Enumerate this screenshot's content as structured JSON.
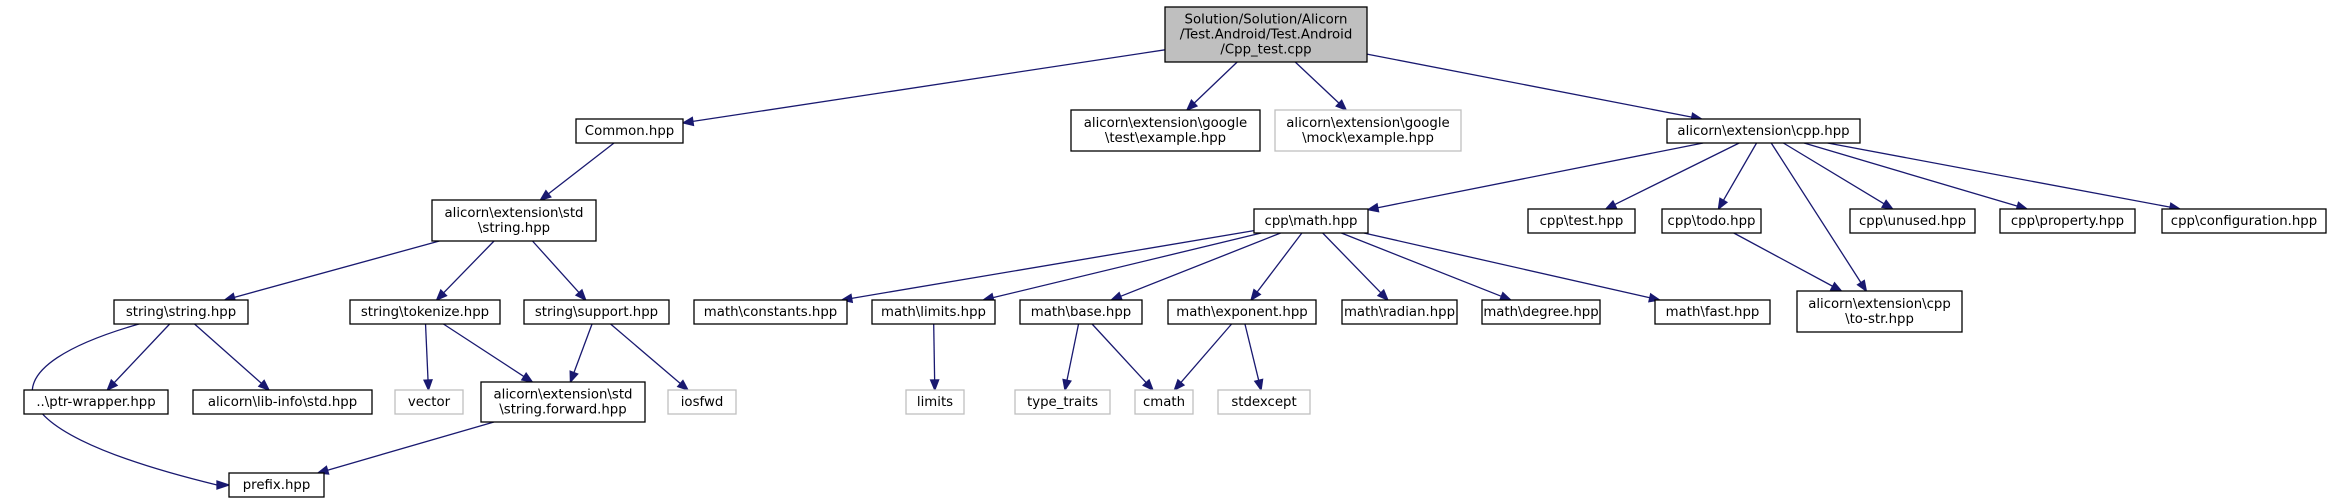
{
  "nodes": [
    {
      "id": "root",
      "lines": [
        "Solution/Solution/Alicorn",
        "/Test.Android/Test.Android",
        "/Cpp_test.cpp"
      ],
      "kind": "root"
    },
    {
      "id": "common",
      "lines": [
        "Common.hpp"
      ],
      "kind": "local"
    },
    {
      "id": "gtest",
      "lines": [
        "alicorn\\extension\\google",
        "\\test\\example.hpp"
      ],
      "kind": "local"
    },
    {
      "id": "gmock",
      "lines": [
        "alicorn\\extension\\google",
        "\\mock\\example.hpp"
      ],
      "kind": "ext"
    },
    {
      "id": "cpp",
      "lines": [
        "alicorn\\extension\\cpp.hpp"
      ],
      "kind": "local"
    },
    {
      "id": "stdstring",
      "lines": [
        "alicorn\\extension\\std",
        "\\string.hpp"
      ],
      "kind": "local"
    },
    {
      "id": "cppmath",
      "lines": [
        "cpp\\math.hpp"
      ],
      "kind": "local"
    },
    {
      "id": "cpptest",
      "lines": [
        "cpp\\test.hpp"
      ],
      "kind": "local"
    },
    {
      "id": "cpptodo",
      "lines": [
        "cpp\\todo.hpp"
      ],
      "kind": "local"
    },
    {
      "id": "cppunused",
      "lines": [
        "cpp\\unused.hpp"
      ],
      "kind": "local"
    },
    {
      "id": "cppproperty",
      "lines": [
        "cpp\\property.hpp"
      ],
      "kind": "local"
    },
    {
      "id": "cppconfig",
      "lines": [
        "cpp\\configuration.hpp"
      ],
      "kind": "local"
    },
    {
      "id": "strstring",
      "lines": [
        "string\\string.hpp"
      ],
      "kind": "local"
    },
    {
      "id": "strtokenize",
      "lines": [
        "string\\tokenize.hpp"
      ],
      "kind": "local"
    },
    {
      "id": "strsupport",
      "lines": [
        "string\\support.hpp"
      ],
      "kind": "local"
    },
    {
      "id": "mconst",
      "lines": [
        "math\\constants.hpp"
      ],
      "kind": "local"
    },
    {
      "id": "mlimits",
      "lines": [
        "math\\limits.hpp"
      ],
      "kind": "local"
    },
    {
      "id": "mbase",
      "lines": [
        "math\\base.hpp"
      ],
      "kind": "local"
    },
    {
      "id": "mexp",
      "lines": [
        "math\\exponent.hpp"
      ],
      "kind": "local"
    },
    {
      "id": "mradian",
      "lines": [
        "math\\radian.hpp"
      ],
      "kind": "local"
    },
    {
      "id": "mdegree",
      "lines": [
        "math\\degree.hpp"
      ],
      "kind": "local"
    },
    {
      "id": "mfast",
      "lines": [
        "math\\fast.hpp"
      ],
      "kind": "local"
    },
    {
      "id": "tostr",
      "lines": [
        "alicorn\\extension\\cpp",
        "\\to-str.hpp"
      ],
      "kind": "local"
    },
    {
      "id": "ptrwrap",
      "lines": [
        "..\\ptr-wrapper.hpp"
      ],
      "kind": "local"
    },
    {
      "id": "libinfo",
      "lines": [
        "alicorn\\lib-info\\std.hpp"
      ],
      "kind": "local"
    },
    {
      "id": "vector",
      "lines": [
        "vector"
      ],
      "kind": "ext"
    },
    {
      "id": "strfwd",
      "lines": [
        "alicorn\\extension\\std",
        "\\string.forward.hpp"
      ],
      "kind": "local"
    },
    {
      "id": "iosfwd",
      "lines": [
        "iosfwd"
      ],
      "kind": "ext"
    },
    {
      "id": "limits",
      "lines": [
        "limits"
      ],
      "kind": "ext"
    },
    {
      "id": "typetraits",
      "lines": [
        "type_traits"
      ],
      "kind": "ext"
    },
    {
      "id": "cmath",
      "lines": [
        "cmath"
      ],
      "kind": "ext"
    },
    {
      "id": "stdexcept",
      "lines": [
        "stdexcept"
      ],
      "kind": "ext"
    },
    {
      "id": "prefix",
      "lines": [
        "prefix.hpp"
      ],
      "kind": "local"
    }
  ],
  "edges": [
    [
      "root",
      "common"
    ],
    [
      "root",
      "gtest"
    ],
    [
      "root",
      "gmock"
    ],
    [
      "root",
      "cpp"
    ],
    [
      "common",
      "stdstring"
    ],
    [
      "stdstring",
      "strstring"
    ],
    [
      "stdstring",
      "strtokenize"
    ],
    [
      "stdstring",
      "strsupport"
    ],
    [
      "strstring",
      "ptrwrap"
    ],
    [
      "strstring",
      "libinfo"
    ],
    [
      "strstring",
      "prefix"
    ],
    [
      "strtokenize",
      "vector"
    ],
    [
      "strtokenize",
      "strfwd"
    ],
    [
      "strsupport",
      "strfwd"
    ],
    [
      "strsupport",
      "iosfwd"
    ],
    [
      "strfwd",
      "prefix"
    ],
    [
      "cpp",
      "cppmath"
    ],
    [
      "cpp",
      "cpptest"
    ],
    [
      "cpp",
      "cpptodo"
    ],
    [
      "cpp",
      "tostr"
    ],
    [
      "cpp",
      "cppunused"
    ],
    [
      "cpp",
      "cppproperty"
    ],
    [
      "cpp",
      "cppconfig"
    ],
    [
      "cppmath",
      "mconst"
    ],
    [
      "cppmath",
      "mlimits"
    ],
    [
      "cppmath",
      "mbase"
    ],
    [
      "cppmath",
      "mexp"
    ],
    [
      "cppmath",
      "mradian"
    ],
    [
      "cppmath",
      "mdegree"
    ],
    [
      "cppmath",
      "mfast"
    ],
    [
      "cpptodo",
      "tostr"
    ],
    [
      "mlimits",
      "limits"
    ],
    [
      "mbase",
      "typetraits"
    ],
    [
      "mbase",
      "cmath"
    ],
    [
      "mexp",
      "cmath"
    ],
    [
      "mexp",
      "stdexcept"
    ]
  ],
  "colors": {
    "edge": "#191970",
    "node_border": "#000000",
    "external_border": "#bfbfbf",
    "root_fill": "#bfbfbf"
  }
}
